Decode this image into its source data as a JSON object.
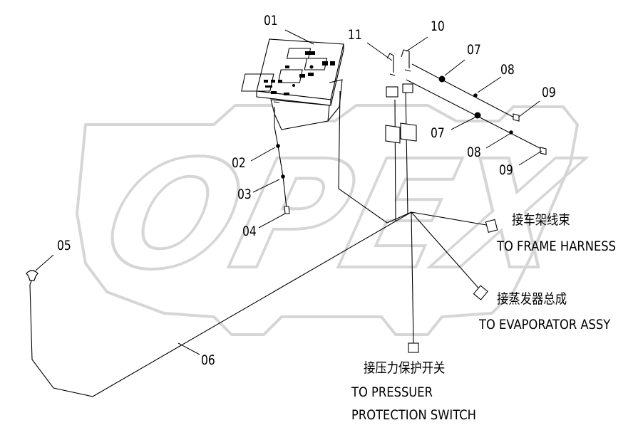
{
  "watermark": {
    "text": "OPEX",
    "color": "#d9d9d9"
  },
  "part_labels": {
    "p01": "01",
    "p02": "02",
    "p03": "03",
    "p04": "04",
    "p05": "05",
    "p06": "06",
    "p07a": "07",
    "p07b": "07",
    "p08a": "08",
    "p08b": "08",
    "p09a": "09",
    "p09b": "09",
    "p10": "10",
    "p11": "11"
  },
  "connections": {
    "frame_harness_cn": "接车架线束",
    "frame_harness_en": "TO FRAME HARNESS",
    "evaporator_cn": "接蒸发器总成",
    "evaporator_en": "TO EVAPORATOR ASSY",
    "pressure_cn": "接压力保护开关",
    "pressure_en_1": "TO PRESSUER",
    "pressure_en_2": "PROTECTION SWITCH"
  }
}
